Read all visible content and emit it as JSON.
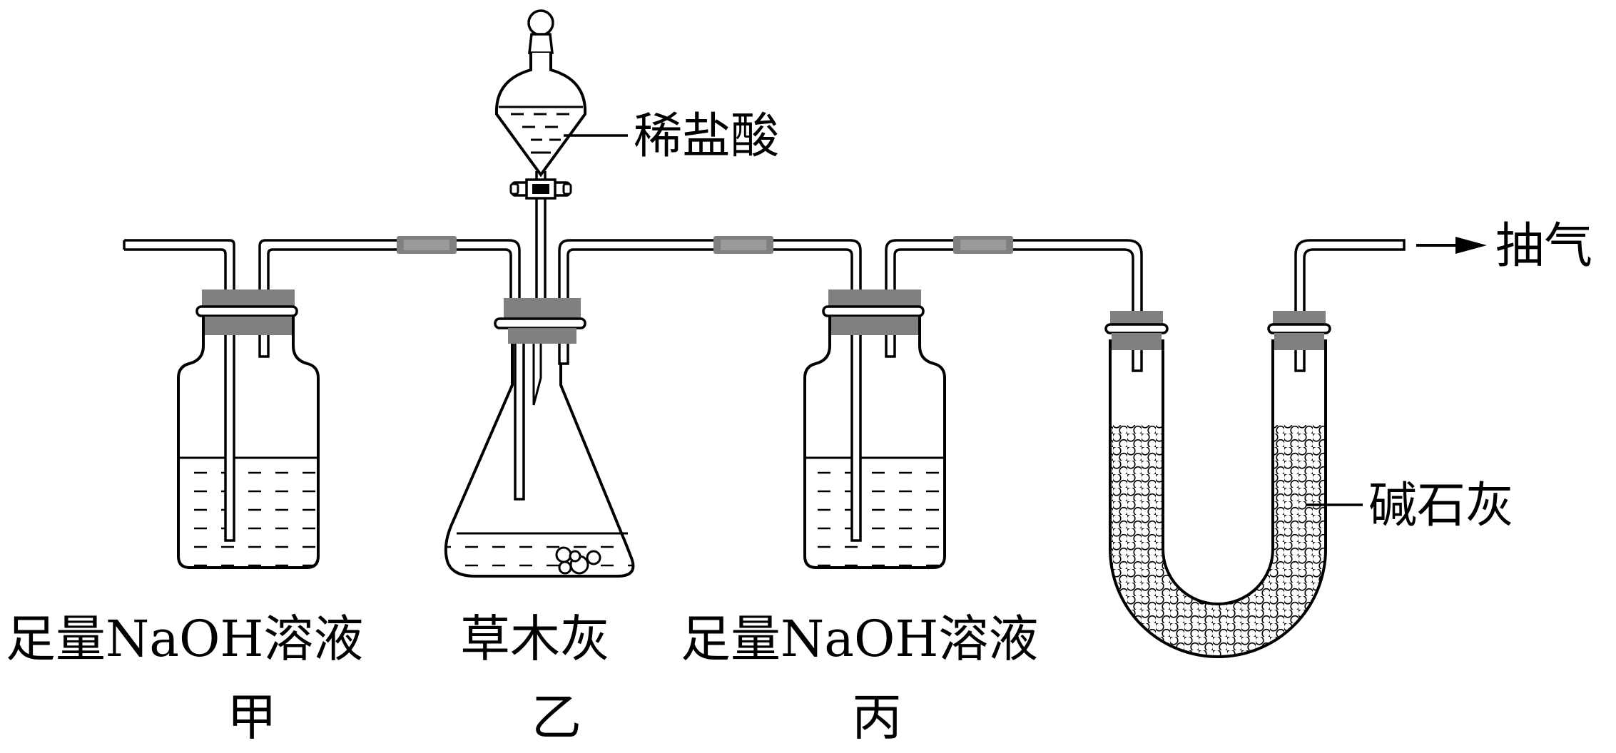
{
  "labels": {
    "funnel_reagent": "稀盐酸",
    "pump": "抽气",
    "utube_reagent": "碱石灰",
    "bottle_a_reagent": "足量NaOH溶液",
    "bottle_a_name": "甲",
    "flask_reagent": "草木灰",
    "flask_name": "乙",
    "bottle_c_reagent": "足量NaOH溶液",
    "bottle_c_name": "丙"
  },
  "colors": {
    "line": "#000000",
    "stopper": "#808080",
    "background": "#ffffff"
  }
}
